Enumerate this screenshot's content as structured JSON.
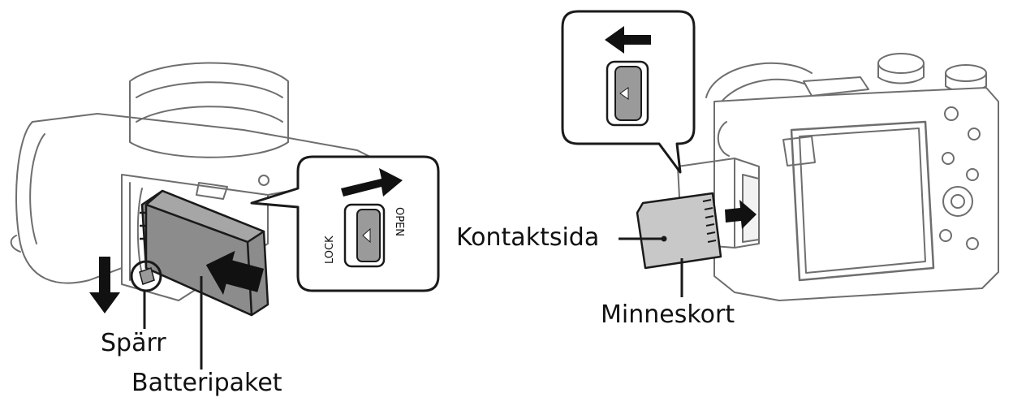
{
  "labels": {
    "latch": "Spärr",
    "battery": "Batteripaket",
    "contact_side": "Kontaktsida",
    "memory_card": "Minneskort"
  },
  "switch": {
    "open": "OPEN",
    "lock": "LOCK"
  },
  "colors": {
    "line": "#1a1a1a",
    "battery_fill": "#8c8c8c",
    "card_fill": "#c8c8c8",
    "knob_fill": "#9a9a9a",
    "camera_outline": "#6e6e6e",
    "arrow": "#111111"
  }
}
